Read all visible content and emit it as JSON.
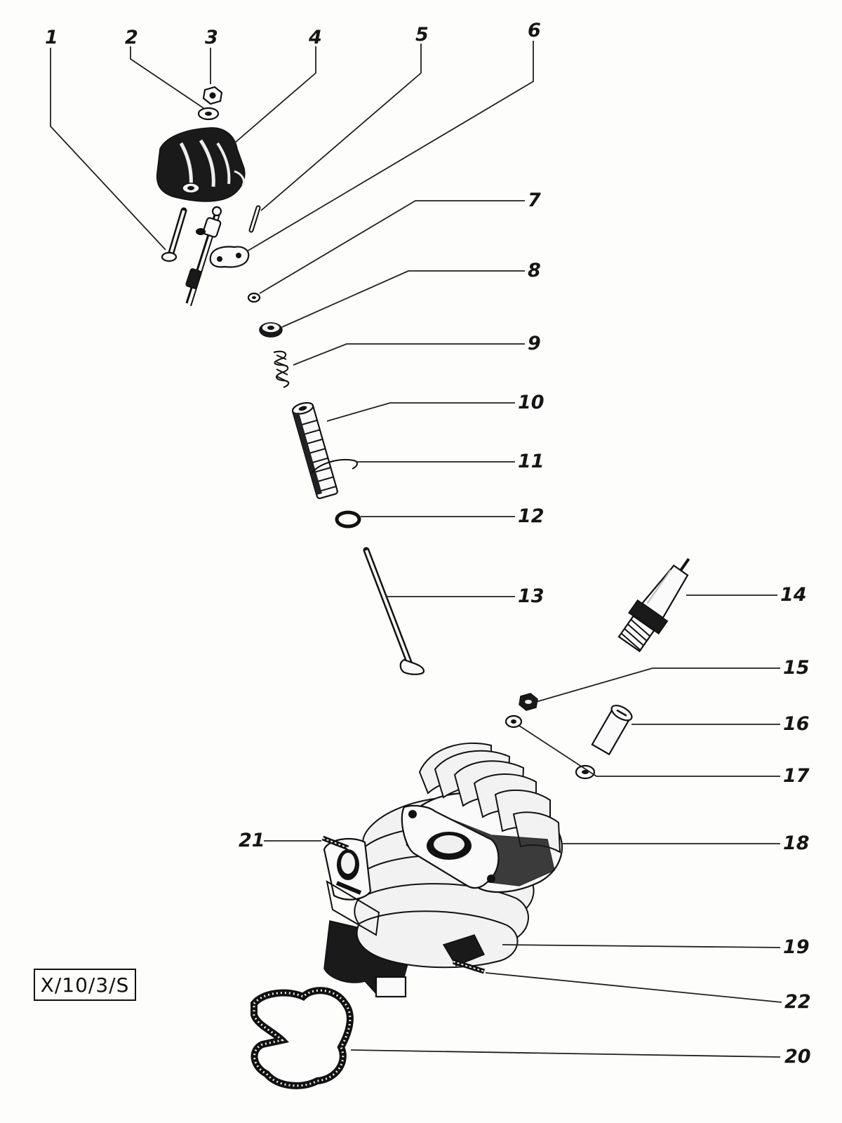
{
  "diagram_code": "X/10/3/S",
  "callouts": [
    {
      "id": "1",
      "label": "1"
    },
    {
      "id": "2",
      "label": "2"
    },
    {
      "id": "3",
      "label": "3"
    },
    {
      "id": "4",
      "label": "4"
    },
    {
      "id": "5",
      "label": "5"
    },
    {
      "id": "6",
      "label": "6"
    },
    {
      "id": "7",
      "label": "7"
    },
    {
      "id": "8",
      "label": "8"
    },
    {
      "id": "9",
      "label": "9"
    },
    {
      "id": "10",
      "label": "10"
    },
    {
      "id": "11",
      "label": "11"
    },
    {
      "id": "12",
      "label": "12"
    },
    {
      "id": "13",
      "label": "13"
    },
    {
      "id": "14",
      "label": "14"
    },
    {
      "id": "15",
      "label": "15"
    },
    {
      "id": "16",
      "label": "16"
    },
    {
      "id": "17",
      "label": "17"
    },
    {
      "id": "18",
      "label": "18"
    },
    {
      "id": "19",
      "label": "19"
    },
    {
      "id": "20",
      "label": "20"
    },
    {
      "id": "21",
      "label": "21"
    },
    {
      "id": "22",
      "label": "22"
    }
  ]
}
